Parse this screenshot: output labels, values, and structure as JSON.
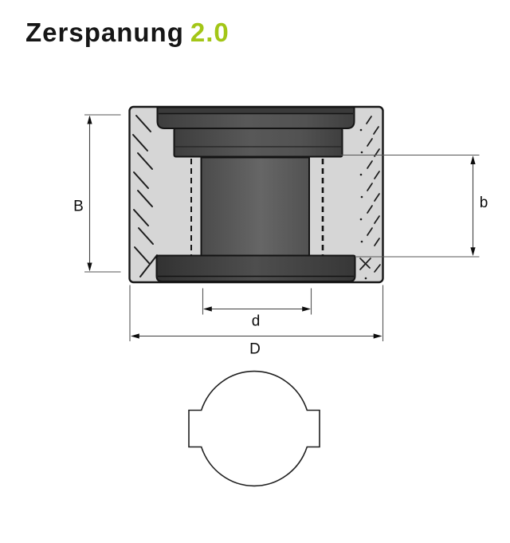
{
  "logo": {
    "name": "Zerspanung",
    "version": "2.0",
    "accent_color": "#a3c617",
    "text_color": "#161616"
  },
  "diagram": {
    "dimensions": {
      "outer_width_label": "B",
      "inner_width_label": "b",
      "bore_diameter_label": "d",
      "outer_diameter_label": "D"
    },
    "colors": {
      "body_fill": "#d6d6d6",
      "metal_dark": "#3a3a3a",
      "metal_mid": "#5d5d5d",
      "outline": "#141414",
      "dimension_line": "#3f3f3f",
      "extension_line": "#555555"
    }
  }
}
